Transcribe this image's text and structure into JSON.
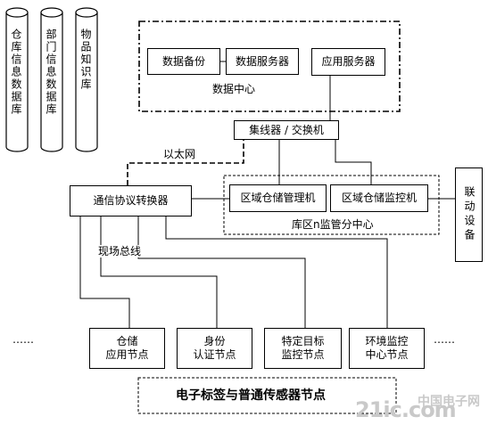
{
  "databases": [
    {
      "label": "仓库信息数据库"
    },
    {
      "label": "部门信息数据库"
    },
    {
      "label": "物品知识库"
    }
  ],
  "data_center": {
    "label": "数据中心",
    "boxes": [
      "数据备份",
      "数据服务器",
      "应用服务器"
    ]
  },
  "hub": "集线器 / 交换机",
  "ethernet": "以太网",
  "protocol_converter": "通信协议转换器",
  "sub_center": {
    "label": "库区n监管分中心",
    "boxes": [
      "区域仓储管理机",
      "区域仓储监控机"
    ]
  },
  "linkage_device": "联动设备",
  "fieldbus": "现场总线",
  "ellipsis_left": "……",
  "ellipsis_right": "……",
  "nodes": [
    {
      "line1": "仓储",
      "line2": "应用节点"
    },
    {
      "line1": "身份",
      "line2": "认证节点"
    },
    {
      "line1": "特定目标",
      "line2": "监控节点"
    },
    {
      "line1": "环境监控",
      "line2": "中心节点"
    }
  ],
  "rfid_nodes": "电子标签与普通传感器节点",
  "watermark": {
    "brand": "21ic.com",
    "cn": "中国电子网"
  }
}
